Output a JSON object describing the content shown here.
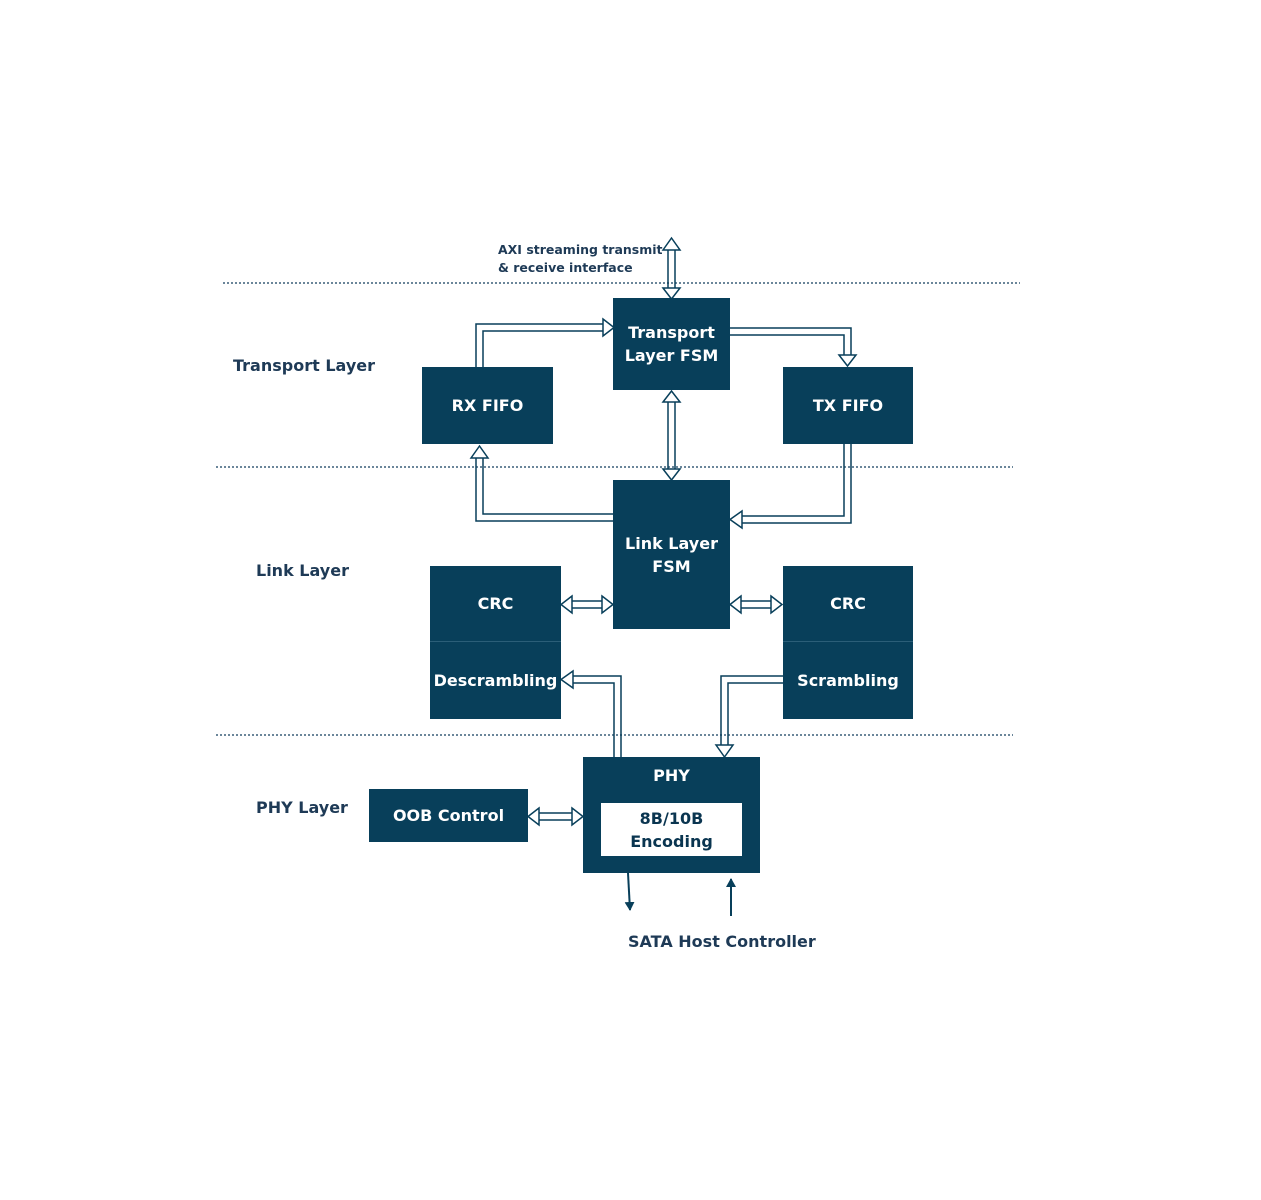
{
  "axi_note": {
    "line1": "AXI streaming transmit",
    "line2": "& receive interface"
  },
  "layers": {
    "transport": "Transport Layer",
    "link": "Link Layer",
    "phy": "PHY Layer"
  },
  "blocks": {
    "transport_fsm_line1": "Transport",
    "transport_fsm_line2": "Layer FSM",
    "rx_fifo": "RX FIFO",
    "tx_fifo": "TX FIFO",
    "link_fsm_line1": "Link Layer",
    "link_fsm_line2": "FSM",
    "crc_left": "CRC",
    "descrambling": "Descrambling",
    "crc_right": "CRC",
    "scrambling": "Scrambling",
    "phy": "PHY",
    "encoding_line1": "8B/10B",
    "encoding_line2": "Encoding",
    "oob_control": "OOB Control"
  },
  "bottom_label": "SATA Host Controller",
  "colors": {
    "block_fill": "#083f5a",
    "text": "#1e3a56",
    "arrow": "#083f5a"
  }
}
